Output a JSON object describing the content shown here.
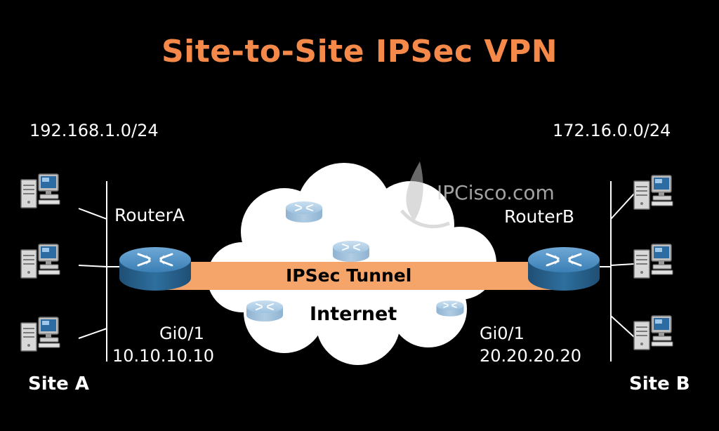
{
  "title": "Site-to-Site IPSec VPN",
  "site_a": {
    "name": "Site A",
    "subnet": "192.168.1.0/24",
    "router": "RouterA",
    "interface": "Gi0/1",
    "ip": "10.10.10.10"
  },
  "site_b": {
    "name": "Site B",
    "subnet": "172.16.0.0/24",
    "router": "RouterB",
    "interface": "Gi0/1",
    "ip": "20.20.20.20"
  },
  "tunnel_label": "IPSec Tunnel",
  "cloud_label": "Internet",
  "watermark": "IPCisco.com",
  "colors": {
    "background": "#000000",
    "title": "#f5894a",
    "tunnel": "#f5a56a",
    "router": "#2e6f9e",
    "cloud": "#ffffff",
    "text": "#ffffff"
  }
}
